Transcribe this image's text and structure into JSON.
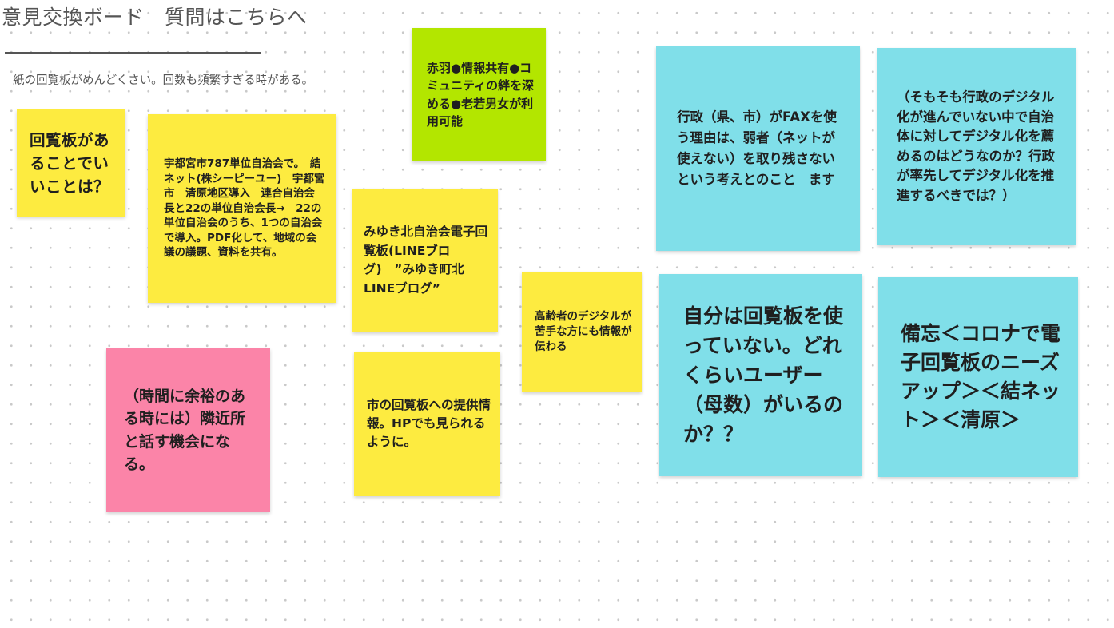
{
  "board": {
    "title": "意見交換ボード　質問はこちらへ",
    "note": "紙の回覧板がめんどくさい。回数も頻繁すぎる時がある。"
  },
  "notes": [
    {
      "id": "n1",
      "color": "#fdeb40",
      "text": "回覧板があることでいいことは？"
    },
    {
      "id": "n2",
      "color": "#fdeb40",
      "text": "宇都宮市787単位自治会で。　結ネット(株シーピーユー)　宇都宮市　清原地区導入　連合自治会長と22の単位自治会長→　22の単位自治会のうち、1つの自治会で導入。PDF化して、地域の会議の議題、資料を共有。"
    },
    {
      "id": "n3",
      "color": "#b3e600",
      "text": "赤羽●情報共有●コミュニティの絆を深める●老若男女が利用可能"
    },
    {
      "id": "n4",
      "color": "#fdeb40",
      "text": "みゆき北自治会電子回覧板(LINEブログ)　”みゆき町北LINEブログ”"
    },
    {
      "id": "n5",
      "color": "#fdeb40",
      "text": "高齢者のデジタルが苦手な方にも情報が伝わる"
    },
    {
      "id": "n6",
      "color": "#80dfe9",
      "text": "行政（県、市）がFAXを使う理由は、弱者（ネットが使えない）を取り残さないという考えとのこと　ます"
    },
    {
      "id": "n7",
      "color": "#80dfe9",
      "text": "（そもそも行政のデジタル化が進んでいない中で自治体に対してデジタル化を薦めるのはどうなのか？行政が率先してデジタル化を推進するべきでは？）"
    },
    {
      "id": "n8",
      "color": "#fb84a8",
      "text": "（時間に余裕のある時には）隣近所と話す機会になる。"
    },
    {
      "id": "n9",
      "color": "#fdeb40",
      "text": "市の回覧板への提供情報。HPでも見られるように。"
    },
    {
      "id": "n10",
      "color": "#80dfe9",
      "text": "自分は回覧板を使っていない。どれくらいユーザー（母数）がいるのか？？"
    },
    {
      "id": "n11",
      "color": "#80dfe9",
      "text": "備忘＜コロナで電子回覧板のニーズアップ＞＜結ネット＞＜清原＞"
    }
  ]
}
